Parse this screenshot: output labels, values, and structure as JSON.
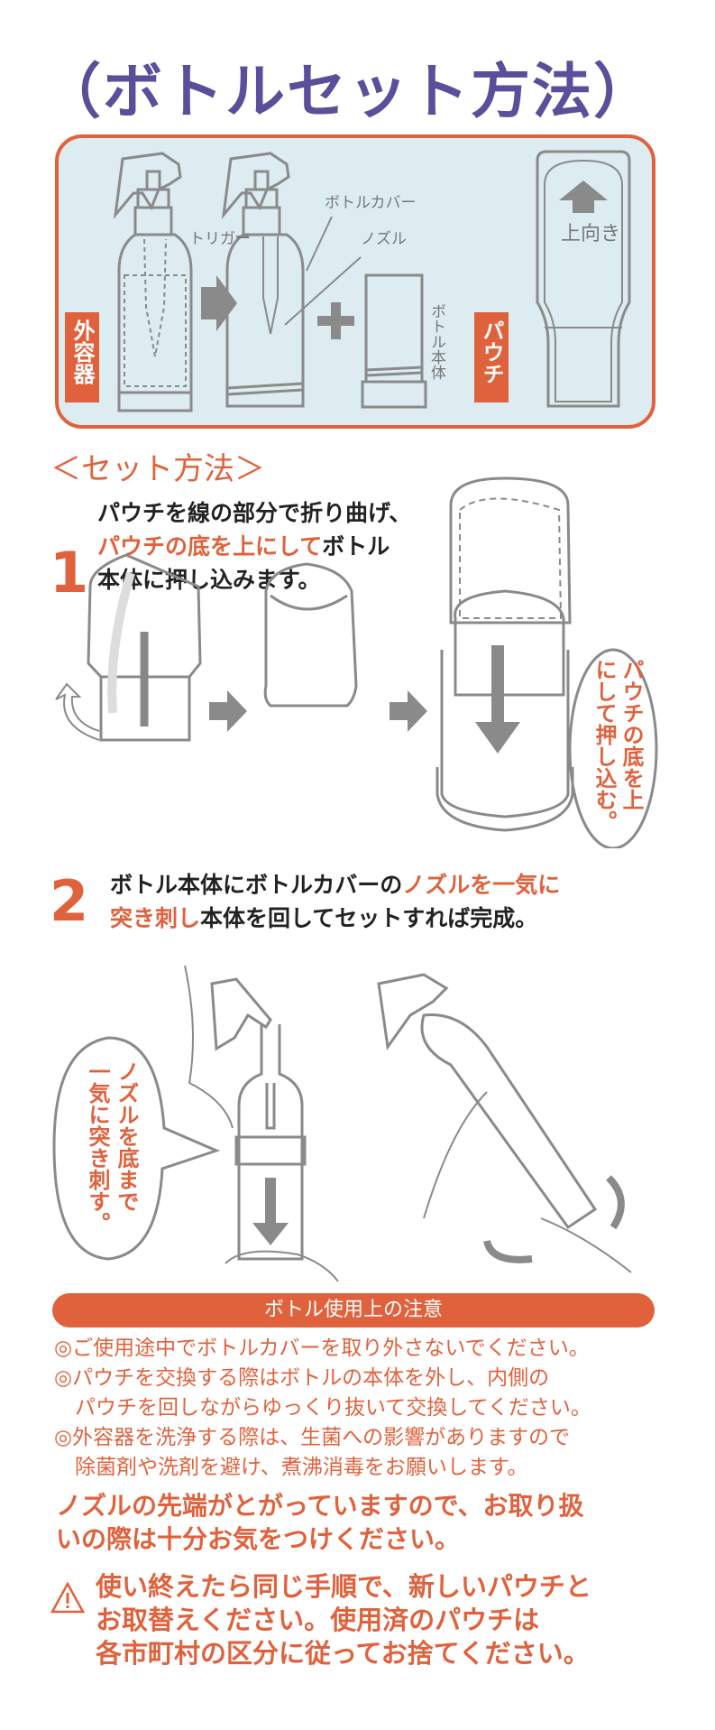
{
  "title": "（ボトルセット方法）",
  "diagram": {
    "outer_container_label": "外容器",
    "trigger_label": "トリガー",
    "bottle_cover_label": "ボトルカバー",
    "nozzle_label": "ノズル",
    "bottle_body_label": "ボトル本体",
    "pouch_label": "パウチ",
    "upward_label": "上向き"
  },
  "section_heading": "＜セット方法＞",
  "step1": {
    "number": "1",
    "line1": "パウチを線の部分で折り曲げ、",
    "line2_highlight": "パウチの底を上にして",
    "line2_rest": "ボトル",
    "line3": "本体に押し込みます。",
    "bubble_col1": "パウチの底を上",
    "bubble_col2": "にして押し込む。"
  },
  "step2": {
    "number": "2",
    "line1_plain": "ボトル本体にボトルカバーの",
    "line1_highlight": "ノズルを一気に",
    "line2_highlight": "突き刺し",
    "line2_rest": "本体を回してセットすれば完成。",
    "bubble_col1": "ノズルを底まで",
    "bubble_col2": "一気に突き刺す。"
  },
  "caution": {
    "heading": "ボトル使用上の注意",
    "notes": [
      "◎ご使用途中でボトルカバーを取り外さないでください。",
      "◎パウチを交換する際はボトルの本体を外し、内側の",
      "　パウチを回しながらゆっくり抜いて交換してください。",
      "◎外容器を洗浄する際は、生菌への影響がありますので",
      "　除菌剤や洗剤を避け、煮沸消毒をお願いします。"
    ],
    "nozzle_warning_1": "ノズルの先端がとがっていますので、お取り扱",
    "nozzle_warning_2": "いの際は十分お気をつけください。",
    "disposal": [
      "使い終えたら同じ手順で、新しいパウチと",
      "お取替えください。使用済のパウチは",
      "各市町村の区分に従ってお捨てください。"
    ]
  },
  "colors": {
    "title": "#5b4e9a",
    "accent": "#e0623d",
    "box_bg": "#dcecf0",
    "line": "#8a8a8a"
  }
}
